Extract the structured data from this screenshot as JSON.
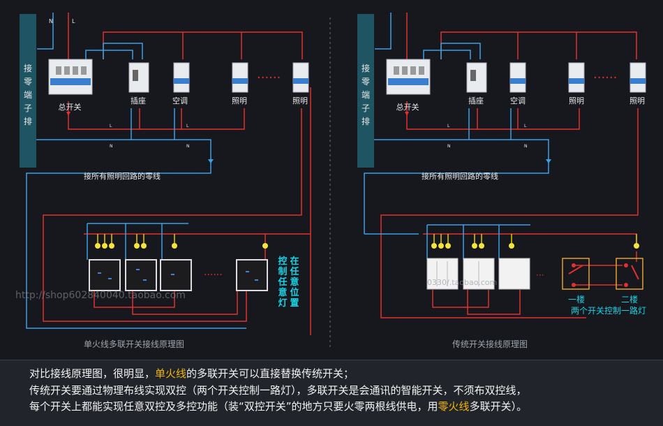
{
  "colors": {
    "neutral": "#3aa0e6",
    "live": "#e03030",
    "highlight": "#f0b400",
    "busbar": "#1f5563",
    "label_cyan": "#16d2e6"
  },
  "left_panel": {
    "busbar_label": [
      "接",
      "零",
      "端",
      "子",
      "排"
    ],
    "wire_labels": {
      "n": "N",
      "l": "L"
    },
    "breakers": [
      "总开关",
      "插座",
      "空调",
      "照明",
      "照明"
    ],
    "neutral_note": "接所有照明回路的零线",
    "side_note": [
      "在任意位置",
      "控制任意灯"
    ],
    "caption": "单火线多联开关接线原理图",
    "watermark": "http://shop602840040.taobao.com"
  },
  "right_panel": {
    "busbar_label": [
      "接",
      "零",
      "端",
      "子",
      "排"
    ],
    "breakers": [
      "总开关",
      "插座",
      "空调",
      "照明",
      "照明"
    ],
    "neutral_note": "接所有照明回路的零线",
    "floor1": "一楼",
    "floor2": "二楼",
    "two_way_note": "两个开关控制一路灯",
    "caption": "传统开关接线原理图",
    "watermark": "0330/.taobao.com"
  },
  "footer": {
    "line1_a": "对比接线原理图，很明显，",
    "line1_b": "单火线",
    "line1_c": "的多联开关可以直接替换传统开关；",
    "line2": "传统开关要通过物理布线实现双控（两个开关控制一路灯），多联开关是会通讯的智能开关，不须布双控线，",
    "line3_a": "每个开关上都能实现任意双控及多控功能（装“双控开关”的地方只要火零两根线供电，用",
    "line3_b": "零火线",
    "line3_c": "多联开关）。"
  }
}
